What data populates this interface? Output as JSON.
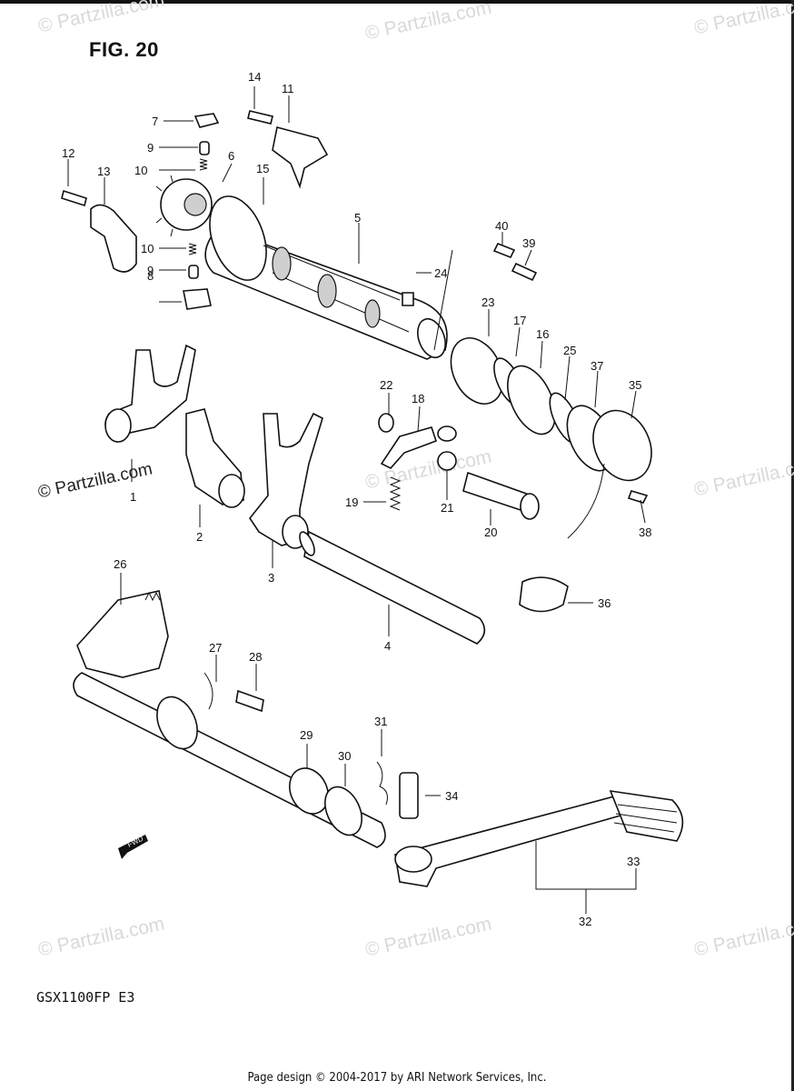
{
  "figure": {
    "title": "FIG. 20",
    "model_code": "GSX1100FP  E3"
  },
  "footer": "Page design © 2004-2017 by ARI Network Services, Inc.",
  "watermark": {
    "text": "© Partzilla.com"
  },
  "fwd_label": "FWD",
  "callouts": [
    "1",
    "2",
    "3",
    "4",
    "5",
    "6",
    "7",
    "8",
    "9",
    "9",
    "10",
    "10",
    "11",
    "12",
    "13",
    "14",
    "15",
    "16",
    "17",
    "18",
    "19",
    "20",
    "21",
    "22",
    "23",
    "24",
    "25",
    "26",
    "27",
    "28",
    "29",
    "30",
    "31",
    "32",
    "33",
    "34",
    "35",
    "36",
    "37",
    "38",
    "39",
    "40"
  ]
}
